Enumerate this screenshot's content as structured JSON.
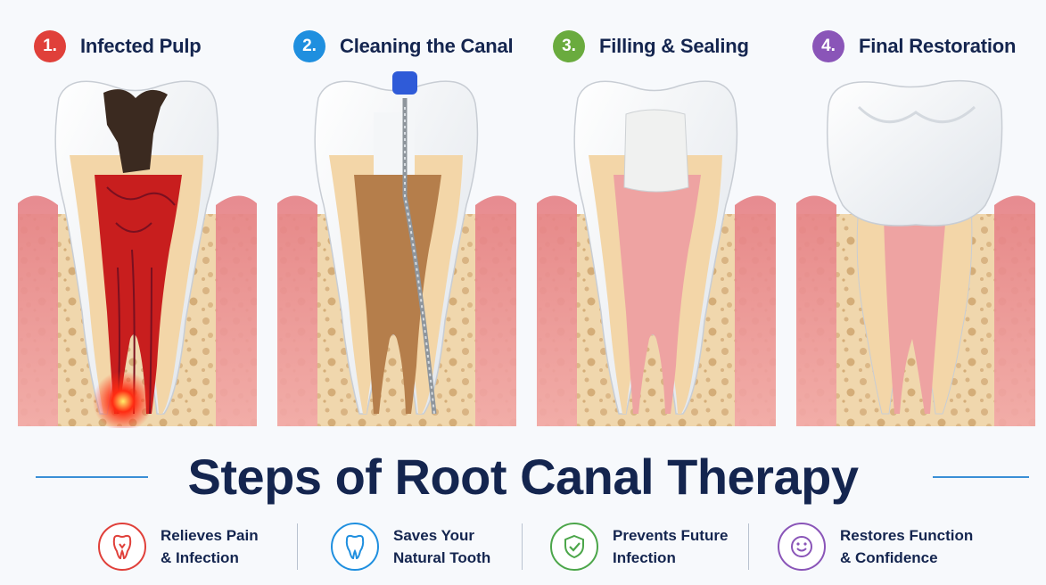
{
  "steps": [
    {
      "number": "1.",
      "title": "Infected Pulp",
      "color": "#e0403a"
    },
    {
      "number": "2.",
      "title": "Cleaning the Canal",
      "color": "#1f8fdf"
    },
    {
      "number": "3.",
      "title": "Filling & Sealing",
      "color": "#6aab3e"
    },
    {
      "number": "4.",
      "title": "Final Restoration",
      "color": "#8a55b8"
    }
  ],
  "main_title": "Steps of Root Canal Therapy",
  "benefits": [
    {
      "line1": "Relieves Pain",
      "line2": "& Infection",
      "icon": "tooth-pain-icon",
      "color": "#e0403a"
    },
    {
      "line1": "Saves Your",
      "line2": "Natural Tooth",
      "icon": "tooth-icon",
      "color": "#1f8fdf"
    },
    {
      "line1": "Prevents Future",
      "line2": "Infection",
      "icon": "shield-check-icon",
      "color": "#4ca64a"
    },
    {
      "line1": "Restores Function",
      "line2": "& Confidence",
      "icon": "smile-icon",
      "color": "#8a55b8"
    }
  ]
}
